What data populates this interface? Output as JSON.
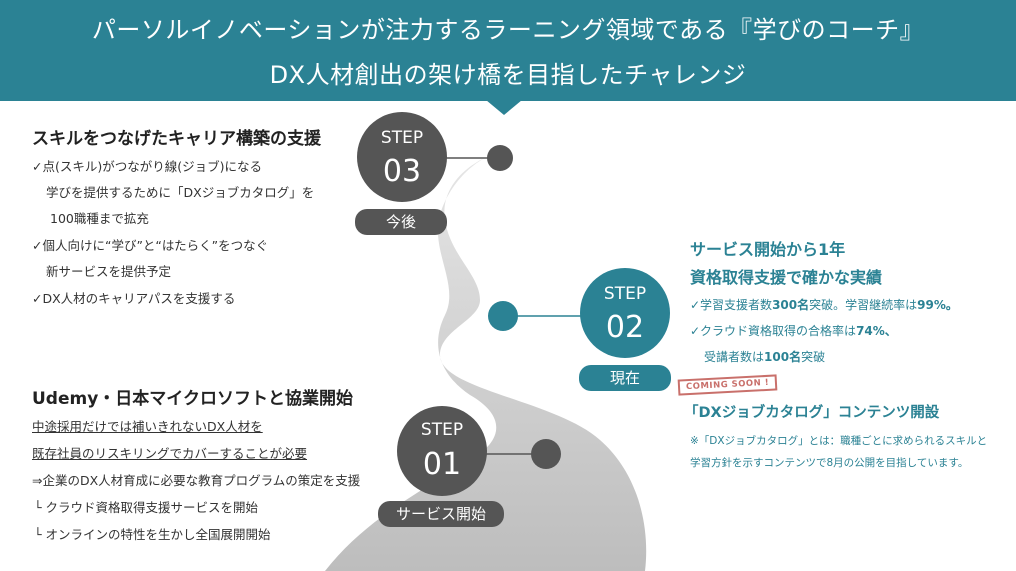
{
  "header": {
    "line1": "パーソルイノベーションが注力するラーニング領域である『学びのコーチ』",
    "line2": "DX人材創出の架け橋を目指したチャレンジ"
  },
  "steps": [
    {
      "step": "STEP",
      "number": "03",
      "label": "今後"
    },
    {
      "step": "STEP",
      "number": "02",
      "label": "現在"
    },
    {
      "step": "STEP",
      "number": "01",
      "label": "サービス開始"
    }
  ],
  "left_top": {
    "title": "スキルをつなげたキャリア構築の支援",
    "lines": [
      "✓点(スキル)がつながり線(ジョブ)になる",
      "学びを提供するために「DXジョブカタログ」を",
      "100職種まで拡充",
      "✓個人向けに“学び”と“はたらく”をつなぐ",
      "新サービスを提供予定",
      "✓DX人材のキャリアパスを支援する"
    ]
  },
  "left_bottom": {
    "title": "Udemy・日本マイクロソフトと協業開始",
    "lines": [
      "中途採用だけでは補いきれないDX人材を",
      "既存社員のリスキリングでカバーすることが必要",
      "⇒企業のDX人材育成に必要な教育プログラムの策定を支援",
      "└ クラウド資格取得支援サービスを開始",
      "└ オンラインの特性を生かし全国展開開始"
    ]
  },
  "right": {
    "title1": "サービス開始から1年",
    "title2": "資格取得支援で確かな実績",
    "b1_pre": "✓学習支援者数",
    "b1_num1": "300名",
    "b1_mid": "突破。学習継続率は",
    "b1_num2": "99%。",
    "b2_pre": "✓クラウド資格取得の合格率は",
    "b2_num": "74%、",
    "b3_pre": "受講者数は",
    "b3_num": "100名",
    "b3_post": "突破",
    "stamp": "COMING SOON !",
    "coming_title": "「DXジョブカタログ」コンテンツ開設",
    "note1": "※「DXジョブカタログ」とは：職種ごとに求められるスキルと",
    "note2": "学習方針を示すコンテンツで8月の公開を目指しています。"
  },
  "colors": {
    "teal": "#2b8294",
    "dark_circle": "#555555",
    "road": "#cfcfcf",
    "stamp": "#c9706b"
  }
}
